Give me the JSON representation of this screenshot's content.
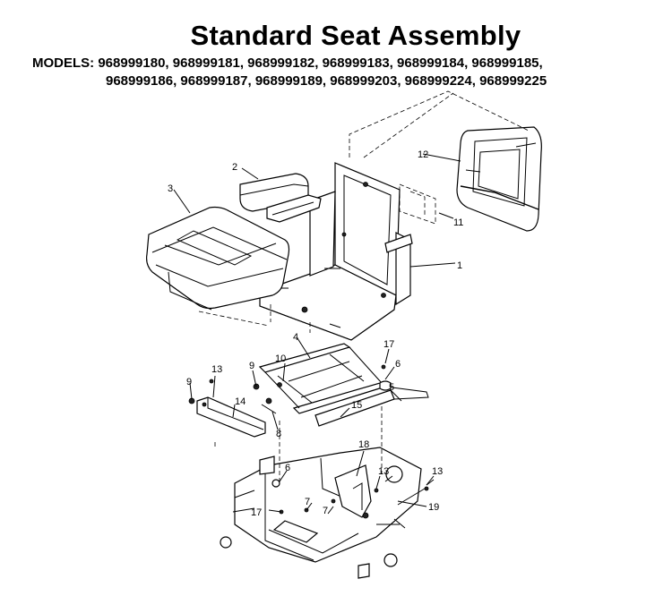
{
  "title": "Standard Seat Assembly",
  "models": {
    "label": "MODELS:",
    "line1": "968999180, 968999181, 968999182, 968999183, 968999184, 968999185,",
    "line2": "968999186, 968999187, 968999189, 968999203, 968999224, 968999225"
  },
  "callouts": {
    "c1": "1",
    "c2": "2",
    "c3": "3",
    "c4": "4",
    "c5": "5",
    "c6a": "6",
    "c6b": "6",
    "c7a": "7",
    "c7b": "7",
    "c8": "8",
    "c9a": "9",
    "c9b": "9",
    "c10": "10",
    "c11": "11",
    "c12": "12",
    "c13a": "13",
    "c13b": "13",
    "c13c": "13",
    "c14": "14",
    "c15": "15",
    "c17a": "17",
    "c17b": "17",
    "c18": "18",
    "c19": "19"
  }
}
